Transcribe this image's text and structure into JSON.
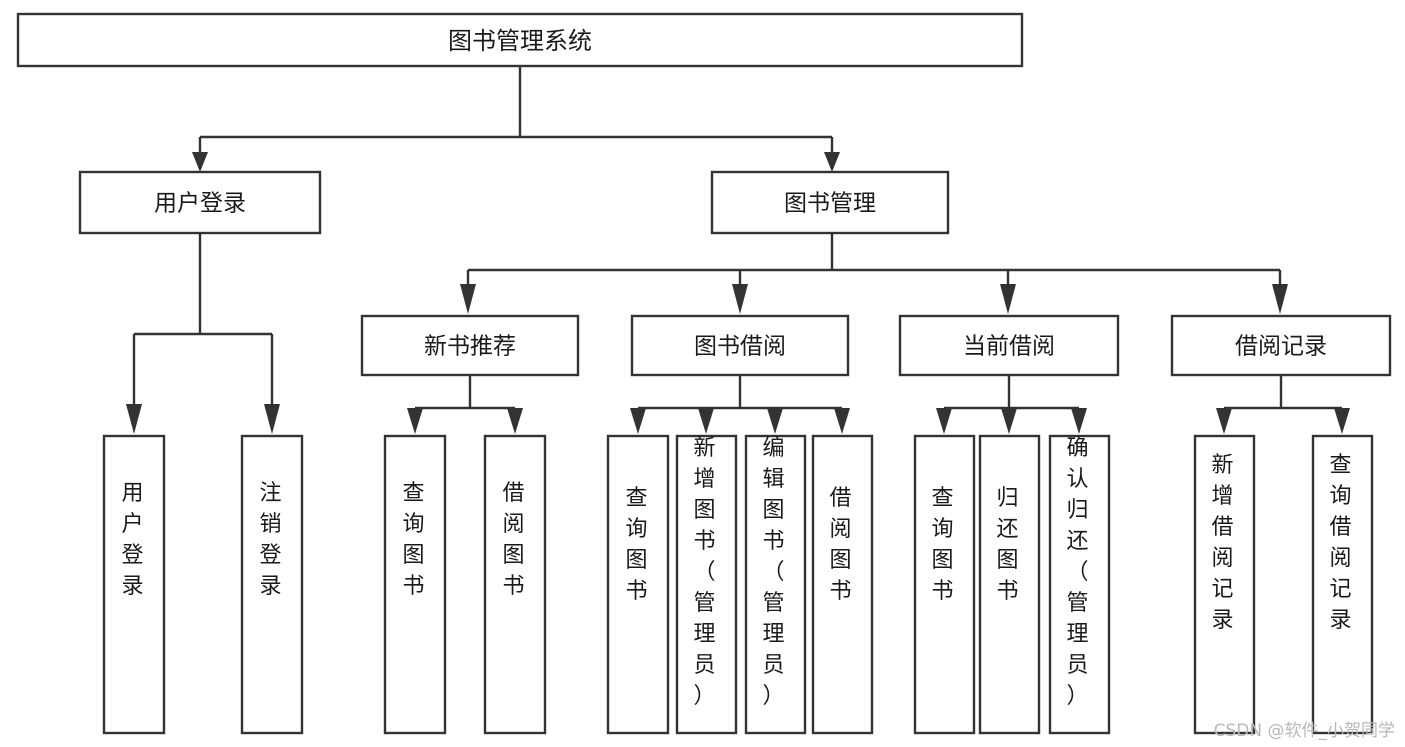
{
  "diagram": {
    "title": "图书管理系统",
    "type": "tree-hierarchy-diagram",
    "colors": {
      "stroke": "#333333",
      "fill": "#ffffff",
      "text": "#1a1a1a",
      "watermark": "#b8b8b8"
    },
    "root": {
      "label": "图书管理系统"
    },
    "level2": [
      {
        "label": "用户登录"
      },
      {
        "label": "图书管理"
      }
    ],
    "level3": [
      {
        "label": "新书推荐"
      },
      {
        "label": "图书借阅"
      },
      {
        "label": "当前借阅"
      },
      {
        "label": "借阅记录"
      }
    ],
    "leaves": {
      "user_login": [
        {
          "label": "用户登录"
        },
        {
          "label": "注销登录"
        }
      ],
      "new_book_recommend": [
        {
          "label": "查询图书"
        },
        {
          "label": "借阅图书"
        }
      ],
      "book_borrow": [
        {
          "label": "查询图书"
        },
        {
          "label": "新增图书（管理员）"
        },
        {
          "label": "编辑图书（管理员）"
        },
        {
          "label": "借阅图书"
        }
      ],
      "current_borrow": [
        {
          "label": "查询图书"
        },
        {
          "label": "归还图书"
        },
        {
          "label": "确认归还（管理员）"
        }
      ],
      "borrow_record": [
        {
          "label": "新增借阅记录"
        },
        {
          "label": "查询借阅记录"
        }
      ]
    },
    "watermark": "CSDN @软件_小贺同学"
  }
}
